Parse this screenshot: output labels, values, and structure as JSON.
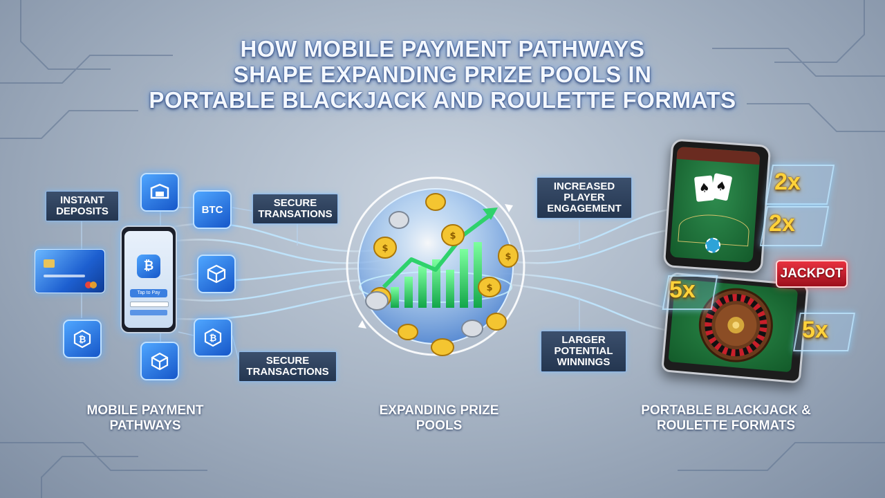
{
  "title": {
    "line1": "HOW MOBILE PAYMENT PATHWAYS",
    "line2": "SHAPE EXPANDING PRIZE POOLS IN",
    "line3": "PORTABLE BLACKJACK AND ROULETTE FORMATS"
  },
  "left": {
    "label_instant": "INSTANT DEPOSITS",
    "label_secure_top": "SECURE TRANSATIONS",
    "label_secure_bottom": "SECURE TRANSACTIONS",
    "btc_text": "BTC",
    "phone_button": "Tap to Pay",
    "caption": "MOBILE PAYMENT PATHWAYS"
  },
  "center": {
    "caption": "EXPANDING PRIZE POOLS"
  },
  "right": {
    "label_engagement": "INCREASED PLAYER ENGAGEMENT",
    "label_winnings": "LARGER POTENTIAL WINNINGS",
    "mult_2x": "2x",
    "mult_5x": "5x",
    "jackpot": "JACKPOT",
    "caption": "PORTABLE BLACKJACK & ROULETTE FORMATS"
  },
  "colors": {
    "accent_blue": "#2f8cff",
    "gold": "#ffd23a",
    "green_chart": "#2fd26b",
    "jackpot_red": "#c8102e"
  }
}
